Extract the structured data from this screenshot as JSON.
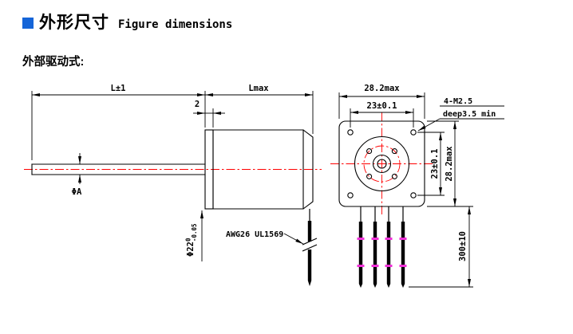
{
  "header": {
    "title_cn": "外形尺寸",
    "title_en": "Figure dimensions",
    "subtitle": "外部驱动式:"
  },
  "side_view": {
    "dim_l": "L±1",
    "dim_lmax": "Lmax",
    "dim_2": "2",
    "dim_phi_a": "ΦA",
    "dim_phi22": "Φ22",
    "dim_phi22_tol_upper": "0",
    "dim_phi22_tol_lower": "-0.05",
    "wire_label": "AWG26 UL1569"
  },
  "front_view": {
    "dim_top_outer": "28.2max",
    "dim_top_inner": "23±0.1",
    "screw_note_line1": "4-M2.5",
    "screw_note_line2": "deep3.5 min",
    "dim_side_inner": "23±0.1",
    "dim_side_outer": "28.2max",
    "dim_wire_length": "300±10"
  },
  "colors": {
    "title_accent": "#1565d8",
    "centerline": "#ff0000",
    "wire_band": "#f030d8",
    "line": "#000000"
  }
}
